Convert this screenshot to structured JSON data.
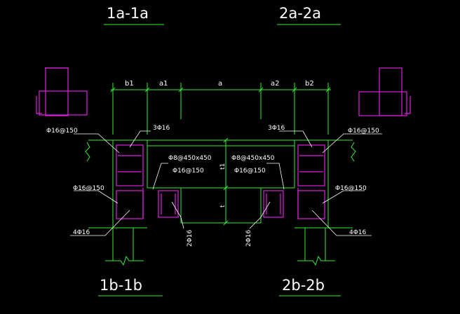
{
  "titles": {
    "top_left": "1a-1a",
    "top_right": "2a-2a",
    "bottom_left": "1b-1b",
    "bottom_right": "2b-2b"
  },
  "dimensions": {
    "b1": "b1",
    "a1": "a1",
    "a": "a",
    "a2": "a2",
    "b2": "b2",
    "t1": "t1",
    "t": "t"
  },
  "rebar": {
    "left_top_stirrup": "Φ16@150",
    "left_top_bars": "3Φ16",
    "left_mid_stirrup": "Φ16@150",
    "left_bottom_bars": "4Φ16",
    "left_mesh": "Φ8@450x450",
    "left_mesh_bars": "Φ16@150",
    "left_vertical": "2Φ16",
    "right_top_stirrup": "Φ16@150",
    "right_top_bars": "3Φ16",
    "right_mid_stirrup": "Φ16@150",
    "right_bottom_bars": "4Φ16",
    "right_mesh": "Φ8@450x450",
    "right_mesh_bars": "Φ16@150",
    "right_vertical": "2Φ16"
  },
  "colors": {
    "background": "#000000",
    "structure": "#33ee33",
    "rebar": "#e020e0",
    "leader": "#ffffff"
  }
}
